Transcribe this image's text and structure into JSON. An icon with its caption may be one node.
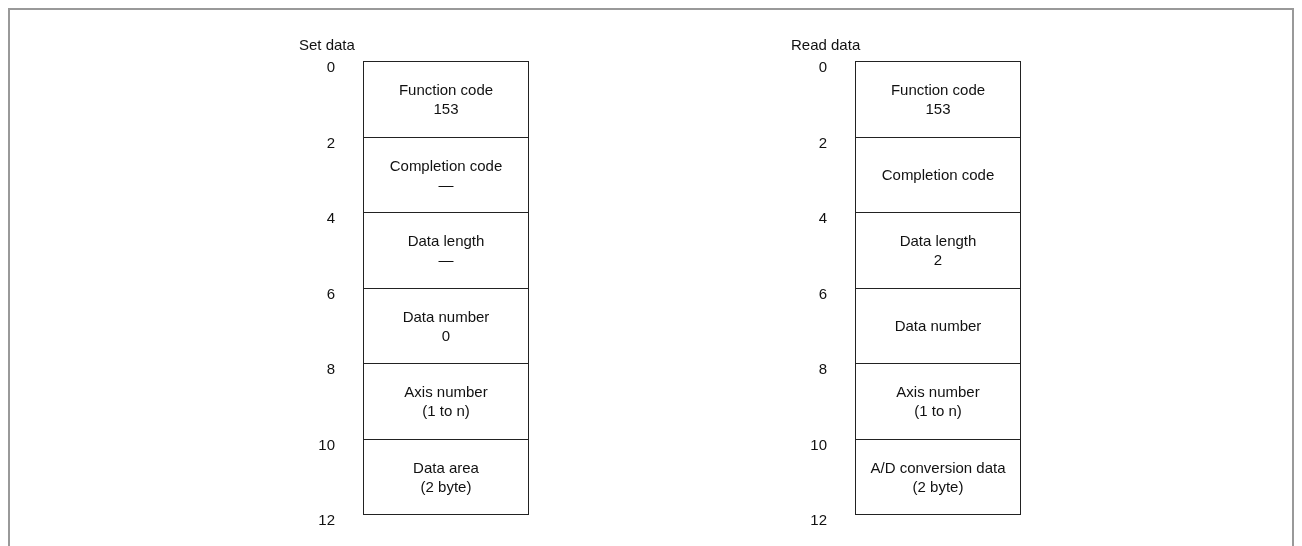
{
  "diagram": {
    "nodes": [
      {
        "text": [
          "Function code",
          "153"
        ]
      },
      {
        "text": [
          "Completion code",
          "—"
        ]
      },
      {
        "text": [
          "Data length",
          "—"
        ]
      },
      {
        "text": [
          "Data number",
          "0"
        ]
      },
      {
        "text": [
          "Axis number",
          "(1 to n)"
        ]
      },
      {
        "text": [
          "Data area",
          "(2 byte)"
        ]
      },
      {
        "text": [
          "Function code",
          "153"
        ]
      },
      {
        "text": [
          "Completion code"
        ]
      },
      {
        "text": [
          "Data length",
          "2"
        ]
      },
      {
        "text": [
          "Data number"
        ]
      },
      {
        "text": [
          "Axis number",
          "(1 to n)"
        ]
      },
      {
        "text": [
          "A/D conversion data",
          "(2 byte)"
        ]
      }
    ],
    "edges": [],
    "labels": [
      "Set data",
      "0",
      "2",
      "4",
      "6",
      "8",
      "10",
      "12",
      "Read data",
      "0",
      "2",
      "4",
      "6",
      "8",
      "10",
      "12"
    ]
  }
}
